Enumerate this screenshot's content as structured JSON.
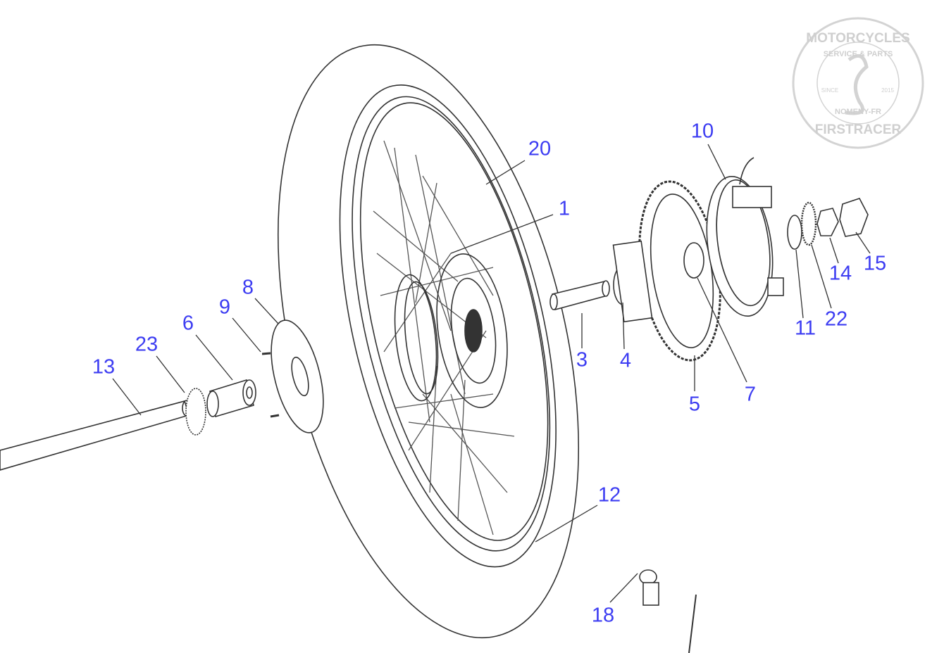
{
  "diagram": {
    "callouts": {
      "c20": "20",
      "c1": "1",
      "c10": "10",
      "c15": "15",
      "c14": "14",
      "c22": "22",
      "c11": "11",
      "c8": "8",
      "c9": "9",
      "c6": "6",
      "c23": "23",
      "c13": "13",
      "c3": "3",
      "c4": "4",
      "c5": "5",
      "c7": "7",
      "c12": "12",
      "c18": "18"
    },
    "label_color": "#3d3df2",
    "line_color": "#333333"
  },
  "watermark": {
    "top_text": "MOTORCYCLES",
    "middle_text": "SERVICE & PARTS",
    "since": "SINCE",
    "year": "2015",
    "location": "NOMENY-FR",
    "bottom_text": "FIRSTRACER"
  }
}
